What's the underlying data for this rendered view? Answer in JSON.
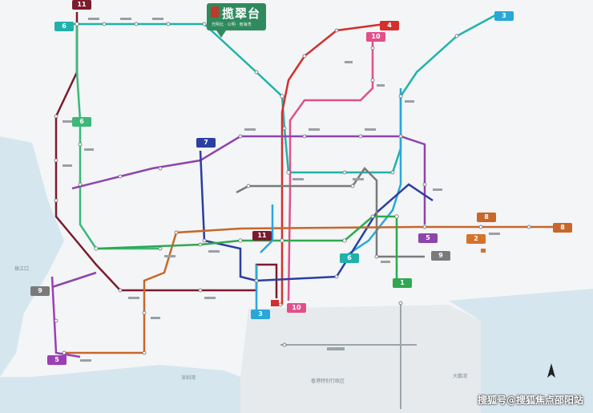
{
  "map": {
    "callout": {
      "title": "揽翠台",
      "subtitle": "光明北 · 公明 · 南海湾"
    },
    "lines": {
      "l1": {
        "label": "1",
        "color": "#2fa84f"
      },
      "l2": {
        "label": "2",
        "color": "#d7722a"
      },
      "l3": {
        "label": "3",
        "color": "#29a7d9"
      },
      "l4": {
        "label": "4",
        "color": "#d32f2f"
      },
      "l5": {
        "label": "5",
        "color": "#8e44ad"
      },
      "l6": {
        "label": "6",
        "color": "#20b2aa"
      },
      "l7": {
        "label": "7",
        "color": "#2b3fa0"
      },
      "l8": {
        "label": "8",
        "color": "#c8672a"
      },
      "l9": {
        "label": "9",
        "color": "#7a7a7a"
      },
      "l10": {
        "label": "10",
        "color": "#e0508a"
      },
      "l11": {
        "label": "11",
        "color": "#7b1b2e"
      }
    },
    "places": {
      "p1": "珠江口",
      "p2": "深圳湾",
      "p3": "香港特别行政区",
      "p4": "大鹏湾"
    },
    "watermark": "搜狐号@搜狐焦点邵阳站"
  }
}
